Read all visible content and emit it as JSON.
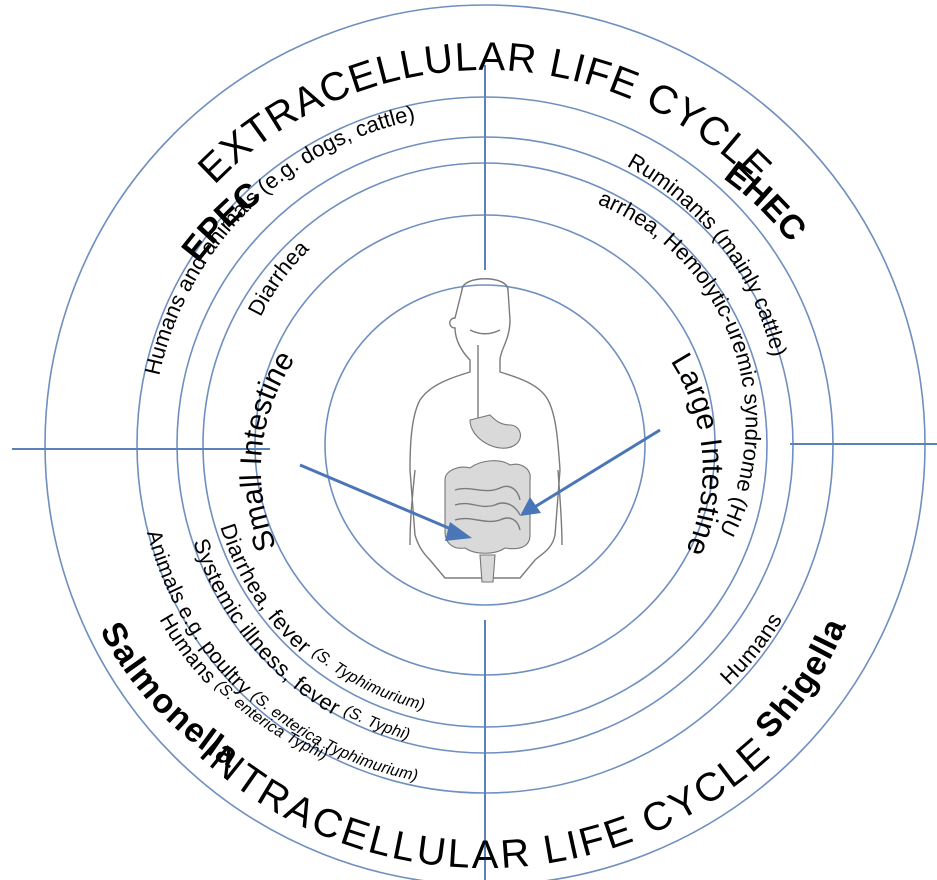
{
  "outer_labels": {
    "extracellular": "EXTRACELLULAR  LIFE CYCLE",
    "intracellular": "INTRACELLULAR  LIFE CYCLE"
  },
  "pathogens": {
    "epec": "EPEC",
    "ehec": "EHEC",
    "salmonella": "Salmonella",
    "shigella": "Shigella"
  },
  "hosts": {
    "epec": "Humans and animals (e.g. dogs, cattle)",
    "ehec": "Ruminants (mainly cattle)",
    "shigella": "Humans",
    "salmonella_animals_main": "Animals e.g. poultry ",
    "salmonella_animals_note": "(S. enterica Typhimurium)",
    "salmonella_humans_main": "Humans ",
    "salmonella_humans_note": "(S. enterica Typhi)"
  },
  "diseases": {
    "epec": "Diarrhea",
    "ehec": "Diarrhea, Hemolytic-uremic syndrome (HUS)",
    "salmonella_diarrhea_main": "Diarrhea, fever ",
    "salmonella_diarrhea_note": "(S. Typhimurium)",
    "salmonella_systemic_main": "Systemic illness, fever ",
    "salmonella_systemic_note": "(S. Typhi)"
  },
  "sites": {
    "small": "Small Intestine",
    "large": "Large Intestine"
  },
  "colors": {
    "ring": "#6f8fbf",
    "divider": "#5b82b8",
    "arrow": "#4a76b8"
  },
  "icons": {
    "center": "human-digestive-system-icon"
  }
}
